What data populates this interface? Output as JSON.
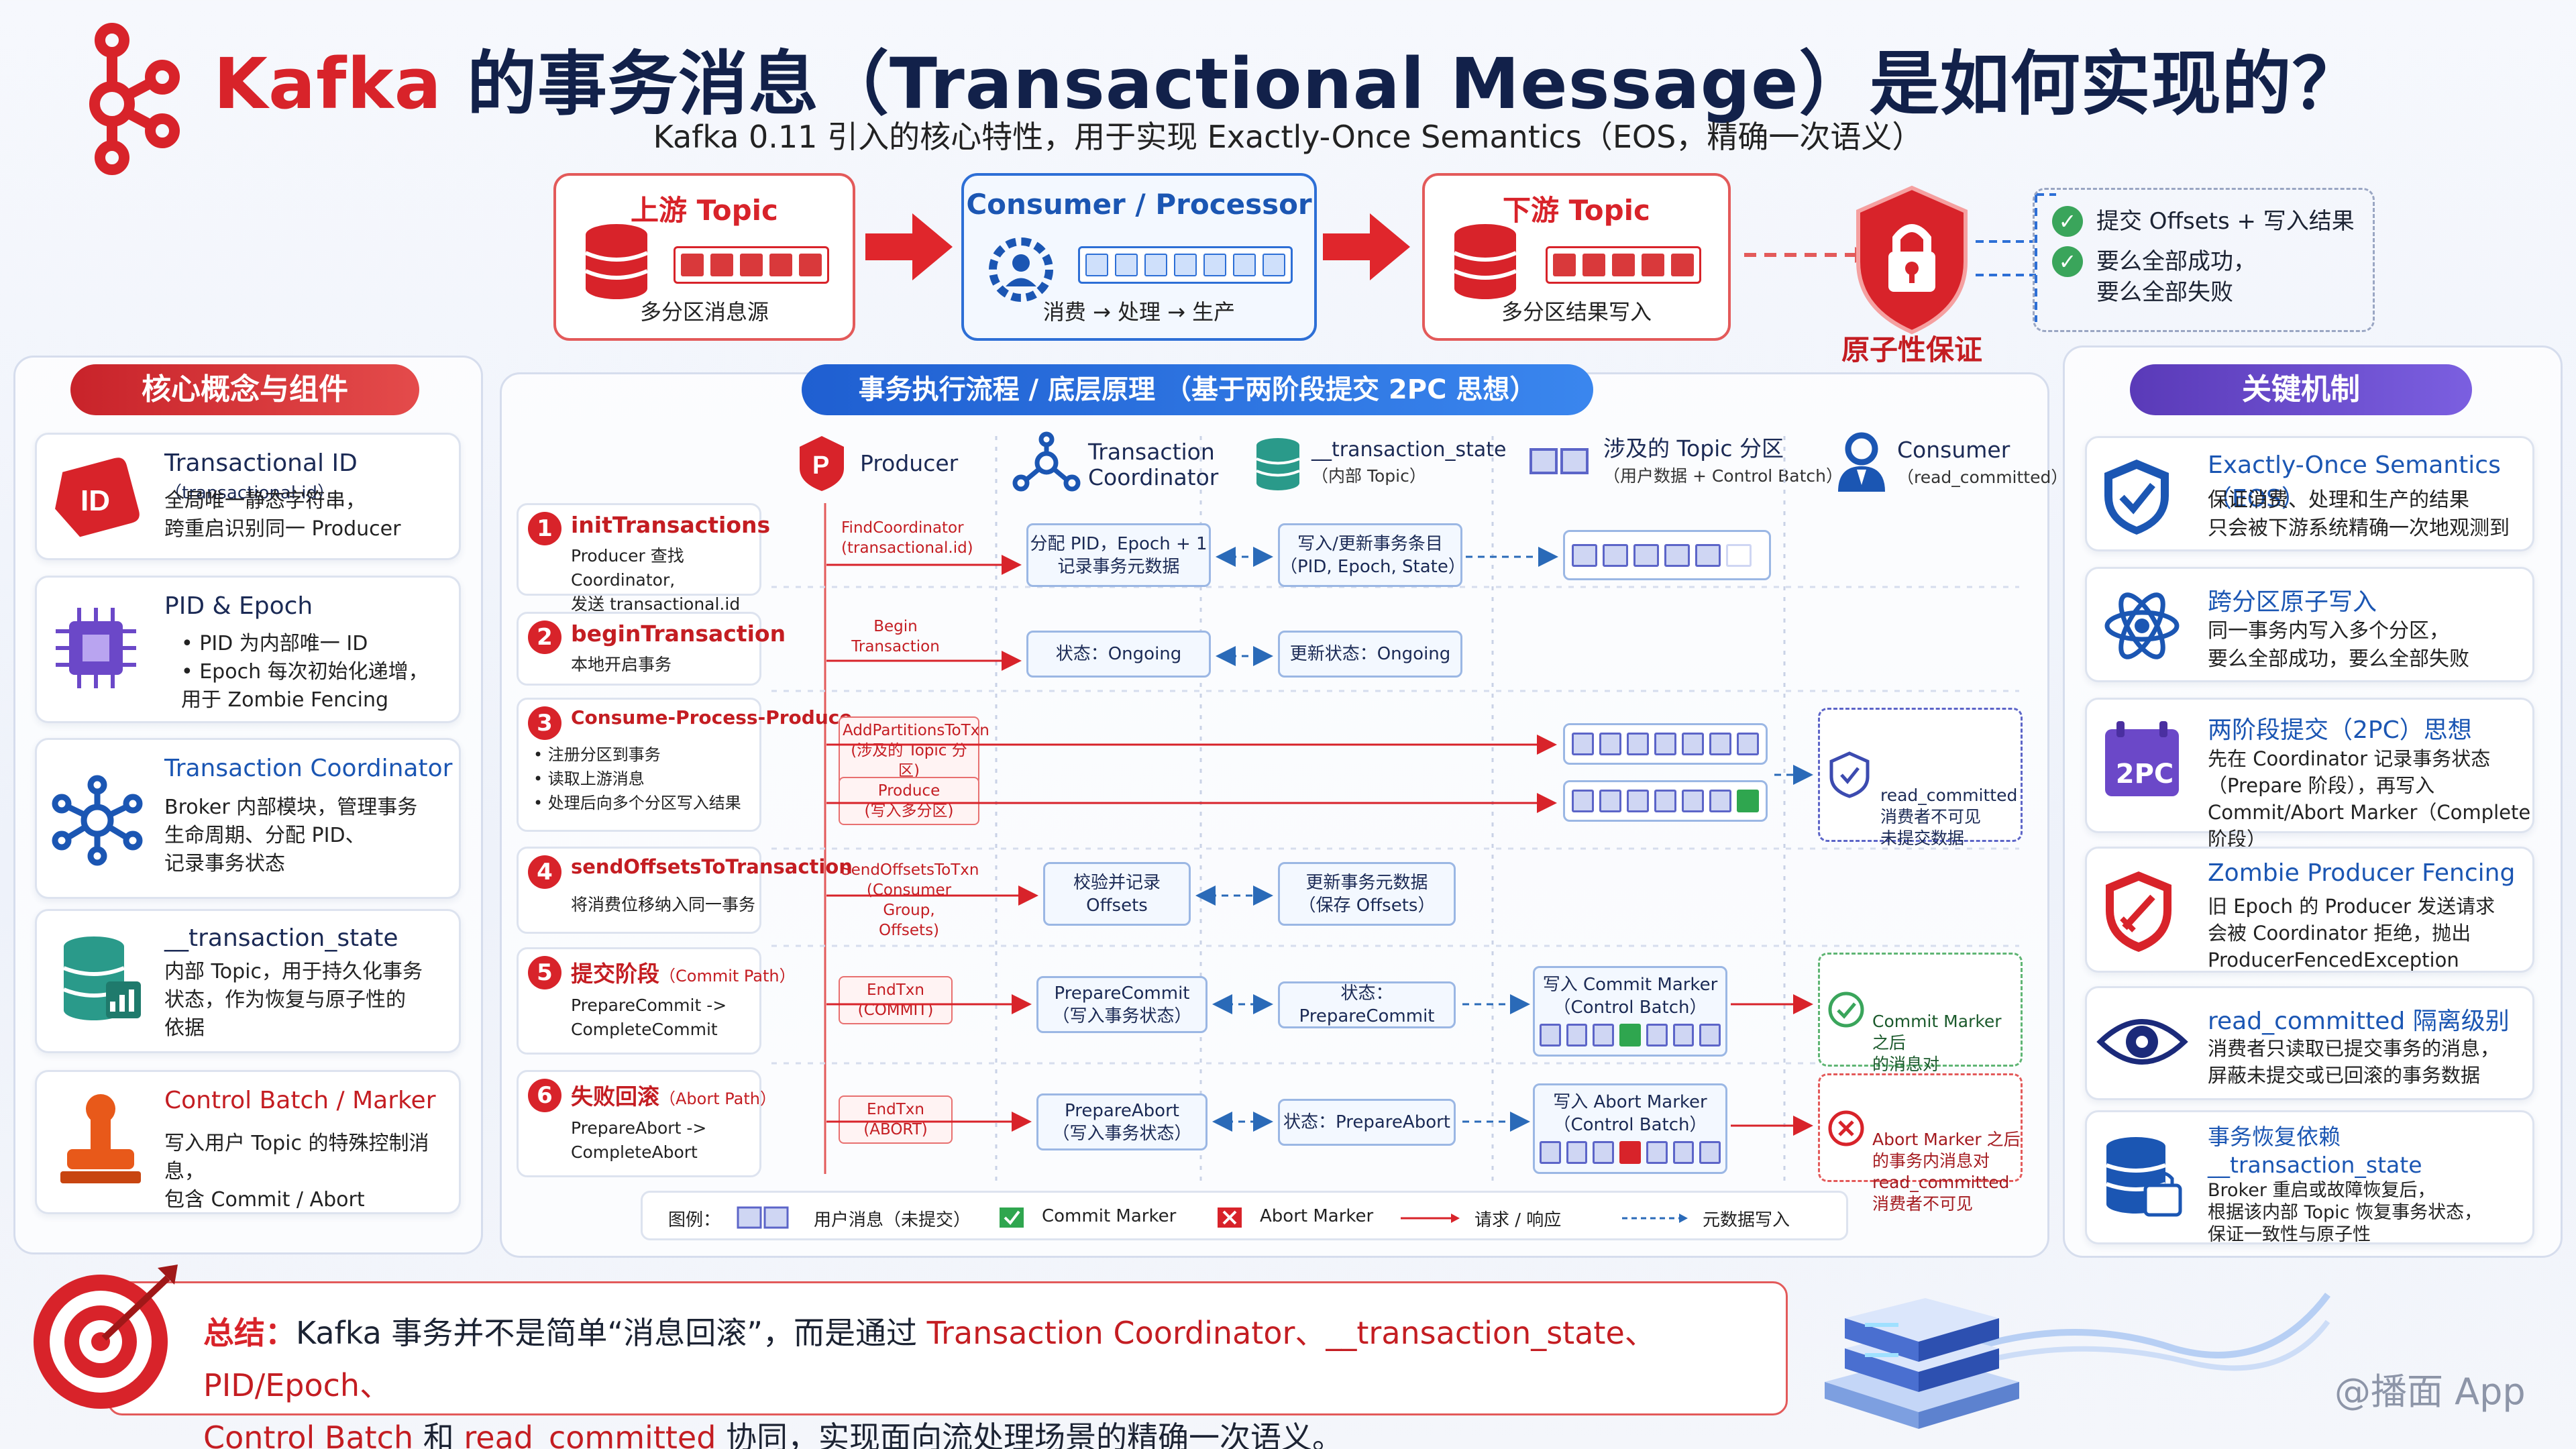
{
  "title": {
    "brand": "Kafka",
    "rest": " 的事务消息（Transactional Message）是如何实现的？"
  },
  "subtitle": "Kafka 0.11 引入的核心特性，用于实现 Exactly-Once Semantics（EOS，精确一次语义）",
  "top_flow": {
    "upstream": {
      "title": "上游 Topic",
      "caption": "多分区消息源"
    },
    "processor": {
      "title": "Consumer / Processor",
      "caption": "消费 → 处理 → 生产"
    },
    "downstream": {
      "title": "下游 Topic",
      "caption": "多分区结果写入"
    },
    "guarantee": "原子性保证",
    "checks": [
      "提交 Offsets + 写入结果",
      "要么全部成功，\n要么全部失败"
    ]
  },
  "left_panel": {
    "heading": "核心概念与组件",
    "cards": [
      {
        "title": "Transactional ID",
        "title_note": "（transactional.id）",
        "desc": "全局唯一静态字符串，\n跨重启识别同一 Producer",
        "icon": "id-tag-icon"
      },
      {
        "title": "PID & Epoch",
        "desc": "• PID 为内部唯一 ID\n• Epoch 每次初始化递增，\n   用于 Zombie Fencing",
        "icon": "chip-icon"
      },
      {
        "title": "Transaction Coordinator",
        "desc": "Broker 内部模块，管理事务\n生命周期、分配 PID、\n记录事务状态",
        "icon": "network-icon"
      },
      {
        "title": "__transaction_state",
        "desc": "内部 Topic，用于持久化事务\n状态，作为恢复与原子性的\n依据",
        "icon": "database-chart-icon"
      },
      {
        "title": "Control Batch / Marker",
        "desc": "写入用户 Topic 的特殊控制消息，\n包含 Commit / Abort",
        "icon": "stamp-icon"
      }
    ]
  },
  "center_panel": {
    "heading": "事务执行流程 / 底层原理 （基于两阶段提交 2PC 思想）",
    "columns": [
      {
        "name": "Producer",
        "note": ""
      },
      {
        "name": "Transaction\nCoordinator",
        "note": ""
      },
      {
        "name": "__transaction_state",
        "note": "（内部 Topic）"
      },
      {
        "name": "涉及的 Topic 分区",
        "note": "（用户数据 + Control Batch）"
      },
      {
        "name": "Consumer",
        "note": "（read_committed）"
      }
    ],
    "steps": [
      {
        "num": "1",
        "title": "initTransactions",
        "desc": "Producer 查找 Coordinator,\n发送 transactional.id"
      },
      {
        "num": "2",
        "title": "beginTransaction",
        "desc": "本地开启事务"
      },
      {
        "num": "3",
        "title": "Consume-Process-Produce",
        "desc": "• 注册分区到事务\n• 读取上游消息\n• 处理后向多个分区写入结果"
      },
      {
        "num": "4",
        "title": "sendOffsetsToTransaction",
        "desc": "将消费位移纳入同一事务"
      },
      {
        "num": "5",
        "title": "提交阶段",
        "title_note": "（Commit Path）",
        "desc": "PrepareCommit ->\nCompleteCommit"
      },
      {
        "num": "6",
        "title": "失败回滚",
        "title_note": "（Abort Path）",
        "desc": "PrepareAbort ->\nCompleteAbort"
      }
    ],
    "requests": [
      "FindCoordinator\n(transactional.id)",
      "Begin\nTransaction",
      "AddPartitionsToTxn\n(涉及的 Topic 分区)",
      "Produce\n(写入多分区)",
      "SendOffsetsToTxn\n(Consumer Group,\nOffsets)",
      "EndTxn\n(COMMIT)",
      "EndTxn\n(ABORT)"
    ],
    "coordinator_boxes": [
      "分配 PID，Epoch + 1\n记录事务元数据",
      "状态：Ongoing",
      "校验并记录\nOffsets",
      "PrepareCommit\n（写入事务状态）",
      "PrepareAbort\n（写入事务状态）"
    ],
    "state_boxes": [
      "写入/更新事务条目\n（PID, Epoch, State）",
      "更新状态：Ongoing",
      "更新事务元数据\n（保存 Offsets）",
      "状态：PrepareCommit",
      "状态：PrepareAbort"
    ],
    "markers": {
      "commit": "写入 Commit Marker\n（Control Batch）",
      "abort": "写入 Abort Marker\n（Control Batch）"
    },
    "consumer_notes": {
      "uncommitted": "read_committed\n消费者不可见\n未提交数据",
      "commit": "Commit Marker 之后\n的消息对\nread_committed\n消费者可见",
      "abort": "Abort Marker 之后\n的事务内消息对\nread_committed\n消费者不可见"
    },
    "legend": {
      "label": "图例：",
      "user_msg": "用户消息（未提交）",
      "commit": "Commit Marker",
      "abort": "Abort Marker",
      "req": "请求 / 响应",
      "meta": "元数据写入"
    }
  },
  "right_panel": {
    "heading": "关键机制",
    "cards": [
      {
        "title": "Exactly-Once Semantics（EOS）",
        "desc": "保证消费、处理和生产的结果\n只会被下游系统精确一次地观测到",
        "icon": "shield-check-icon"
      },
      {
        "title": "跨分区原子写入",
        "desc": "同一事务内写入多个分区，\n要么全部成功，要么全部失败",
        "icon": "atom-icon"
      },
      {
        "title": "两阶段提交（2PC）思想",
        "badge": "2PC",
        "desc": "先在 Coordinator 记录事务状态\n（Prepare 阶段），再写入\nCommit/Abort Marker（Complete 阶段）",
        "icon": "calendar-2pc-icon"
      },
      {
        "title": "Zombie Producer Fencing",
        "desc": "旧 Epoch 的 Producer 发送请求\n会被 Coordinator 拒绝，抛出\nProducerFencedException",
        "icon": "shield-sword-icon"
      },
      {
        "title": "read_committed 隔离级别",
        "desc": "消费者只读取已提交事务的消息，\n屏蔽未提交或已回滚的事务数据",
        "icon": "eye-icon"
      },
      {
        "title": "事务恢复依赖\n__transaction_state",
        "desc": "Broker 重启或故障恢复后，\n根据该内部 Topic 恢复事务状态，\n保证一致性与原子性",
        "icon": "database-lock-icon"
      }
    ]
  },
  "summary": {
    "label": "总结：",
    "line1_a": "Kafka 事务并不是简单“消息回滚”，而是通过 ",
    "line1_b": "Transaction Coordinator、__transaction_state、PID/Epoch、",
    "line2_a": "Control Batch",
    "line2_b": " 和 ",
    "line2_c": "read_committed",
    "line2_d": " 协同，实现面向流处理场景的精确一次语义。"
  },
  "watermark": "@播面 App",
  "colors": {
    "red": "#d8232a",
    "blue": "#2d6fd6",
    "purple": "#6b48c8",
    "green": "#3aa55b"
  }
}
